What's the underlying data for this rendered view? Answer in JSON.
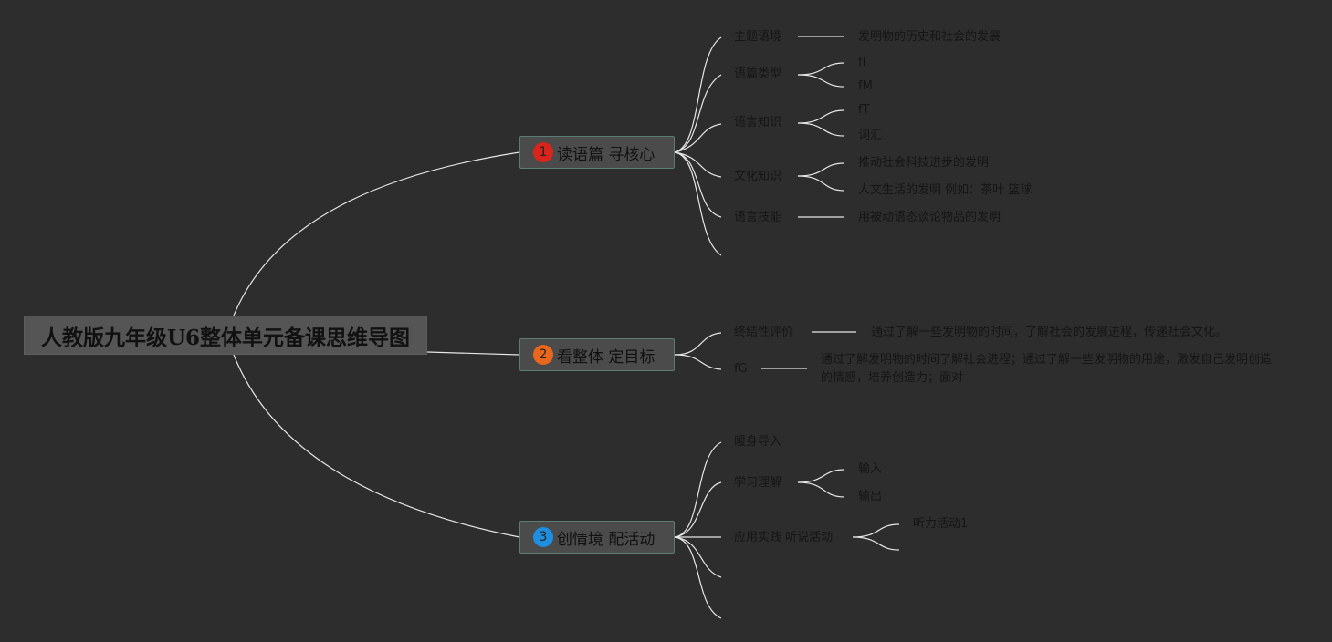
{
  "root": {
    "title": "人教版九年级U6整体单元备课思维导图"
  },
  "branches": [
    {
      "label": "读语篇 寻核心",
      "badge": "1",
      "badge_color": "#d9241c"
    },
    {
      "label": "看整体 定目标",
      "badge": "2",
      "badge_color": "#e8671c"
    },
    {
      "label": "创情境 配活动",
      "badge": "3",
      "badge_color": "#1f8ee0"
    }
  ],
  "b1": {
    "c1": {
      "label": "主题语境",
      "v1": "发明物的历史和社会的发展"
    },
    "c2": {
      "label": "语篇类型",
      "v1": "fI",
      "v2": "fM"
    },
    "c3": {
      "label": "语言知识",
      "v1": "fT",
      "v2": "词汇"
    },
    "c4": {
      "label": "文化知识",
      "v1": "推动社会科技进步的发明",
      "v2": "人文生活的发明 例如：茶叶 篮球"
    },
    "c5": {
      "label": "语言技能",
      "v1": "用被动语态谈论物品的发明"
    }
  },
  "b2": {
    "c1": {
      "label": "终结性评价",
      "v1": "通过了解一些发明物的时间，了解社会的发展进程，传递社会文化。"
    },
    "c2": {
      "label": "fG",
      "v1": "通过了解发明物的时间了解社会进程；通过了解一些发明物的用途，激发自己发明创造的情感，培养创造力；面对"
    }
  },
  "b3": {
    "c1": {
      "label": "暖身导入"
    },
    "c2": {
      "label": "学习理解",
      "v1": "输入",
      "v2": "输出"
    },
    "c3": {
      "label": "应用实践 听说活动",
      "v1": "听力活动1"
    }
  }
}
